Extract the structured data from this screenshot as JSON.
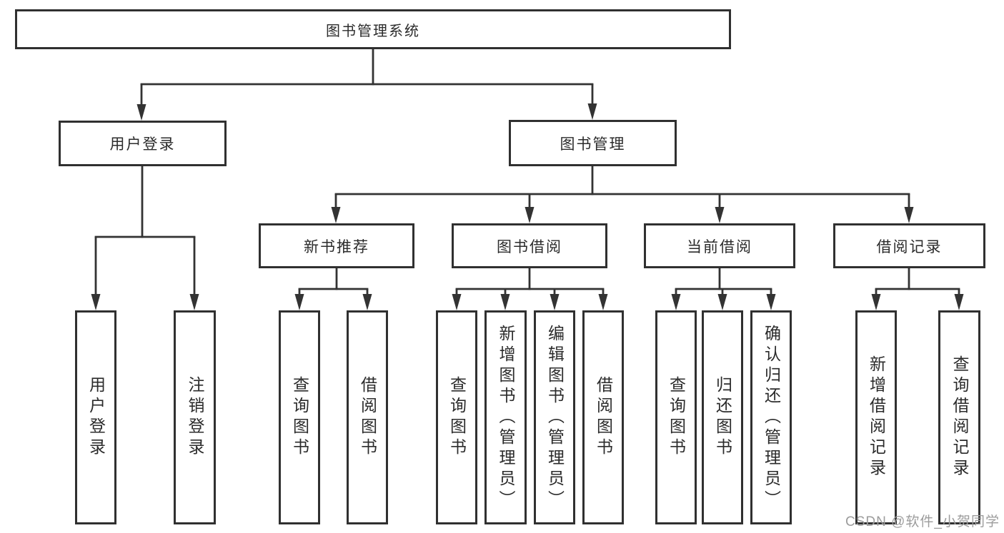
{
  "nodes": {
    "root": {
      "label": "图书管理系统"
    },
    "user_login_group": {
      "label": "用户登录"
    },
    "book_management": {
      "label": "图书管理"
    },
    "new_book_recommend": {
      "label": "新书推荐"
    },
    "book_borrow": {
      "label": "图书借阅"
    },
    "current_borrow": {
      "label": "当前借阅"
    },
    "borrow_records": {
      "label": "借阅记录"
    },
    "user_login": {
      "label": "用户登录"
    },
    "logout": {
      "label": "注销登录"
    },
    "query_books_1": {
      "label": "查询图书"
    },
    "borrow_books_1": {
      "label": "借阅图书"
    },
    "query_books_2": {
      "label": "查询图书"
    },
    "add_books_admin": {
      "label": "新增图书（管理员）"
    },
    "edit_books_admin": {
      "label": "编辑图书（管理员）"
    },
    "borrow_books_2": {
      "label": "借阅图书"
    },
    "query_books_3": {
      "label": "查询图书"
    },
    "return_books": {
      "label": "归还图书"
    },
    "confirm_return_admin": {
      "label": "确认归还（管理员）"
    },
    "add_borrow_record": {
      "label": "新增借阅记录"
    },
    "query_borrow_record": {
      "label": "查询借阅记录"
    }
  },
  "edges": [
    [
      "root",
      "user_login_group"
    ],
    [
      "root",
      "book_management"
    ],
    [
      "user_login_group",
      "user_login"
    ],
    [
      "user_login_group",
      "logout"
    ],
    [
      "book_management",
      "new_book_recommend"
    ],
    [
      "book_management",
      "book_borrow"
    ],
    [
      "book_management",
      "current_borrow"
    ],
    [
      "book_management",
      "borrow_records"
    ],
    [
      "new_book_recommend",
      "query_books_1"
    ],
    [
      "new_book_recommend",
      "borrow_books_1"
    ],
    [
      "book_borrow",
      "query_books_2"
    ],
    [
      "book_borrow",
      "add_books_admin"
    ],
    [
      "book_borrow",
      "edit_books_admin"
    ],
    [
      "book_borrow",
      "borrow_books_2"
    ],
    [
      "current_borrow",
      "query_books_3"
    ],
    [
      "current_borrow",
      "return_books"
    ],
    [
      "current_borrow",
      "confirm_return_admin"
    ],
    [
      "borrow_records",
      "add_borrow_record"
    ],
    [
      "borrow_records",
      "query_borrow_record"
    ]
  ],
  "watermark": "CSDN @软件_小贺同学",
  "colors": {
    "line": "#333333",
    "border": "#303030",
    "text": "#2b2b2b",
    "watermark": "#9c9c9c",
    "background": "#ffffff"
  }
}
